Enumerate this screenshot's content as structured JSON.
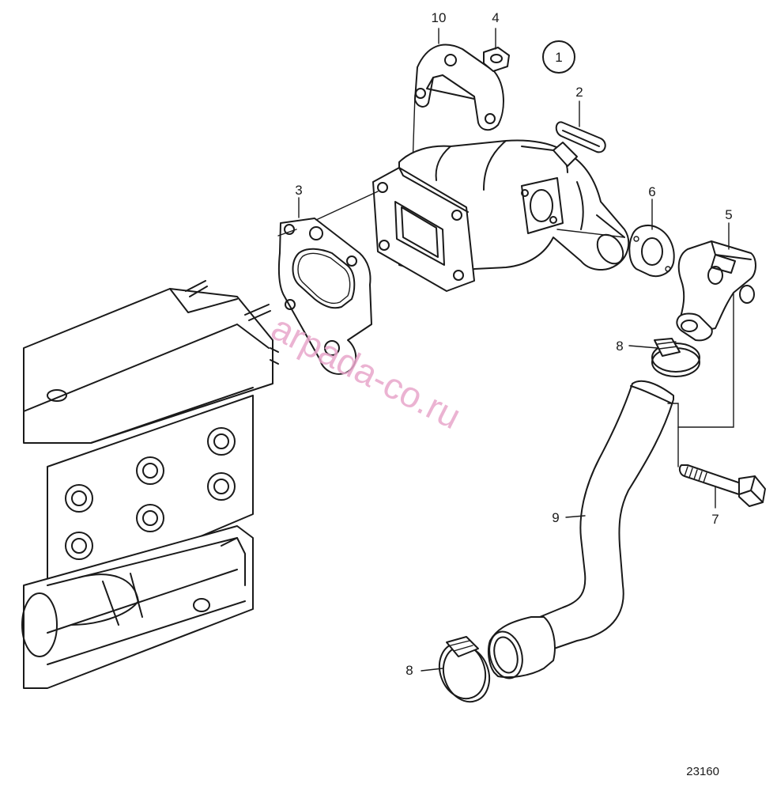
{
  "diagram": {
    "callouts": [
      {
        "id": "c10",
        "text": "10"
      },
      {
        "id": "c4",
        "text": "4"
      },
      {
        "id": "c1",
        "text": "1"
      },
      {
        "id": "c2",
        "text": "2"
      },
      {
        "id": "c3",
        "text": "3"
      },
      {
        "id": "c6",
        "text": "6"
      },
      {
        "id": "c5",
        "text": "5"
      },
      {
        "id": "c8a",
        "text": "8"
      },
      {
        "id": "c7",
        "text": "7"
      },
      {
        "id": "c9",
        "text": "9"
      },
      {
        "id": "c8b",
        "text": "8"
      }
    ],
    "reference_number": "23160",
    "watermark": "arpada-co.ru",
    "colors": {
      "line": "#1a1a1a",
      "watermark": "#e8a6cb",
      "background": "#ffffff"
    }
  }
}
